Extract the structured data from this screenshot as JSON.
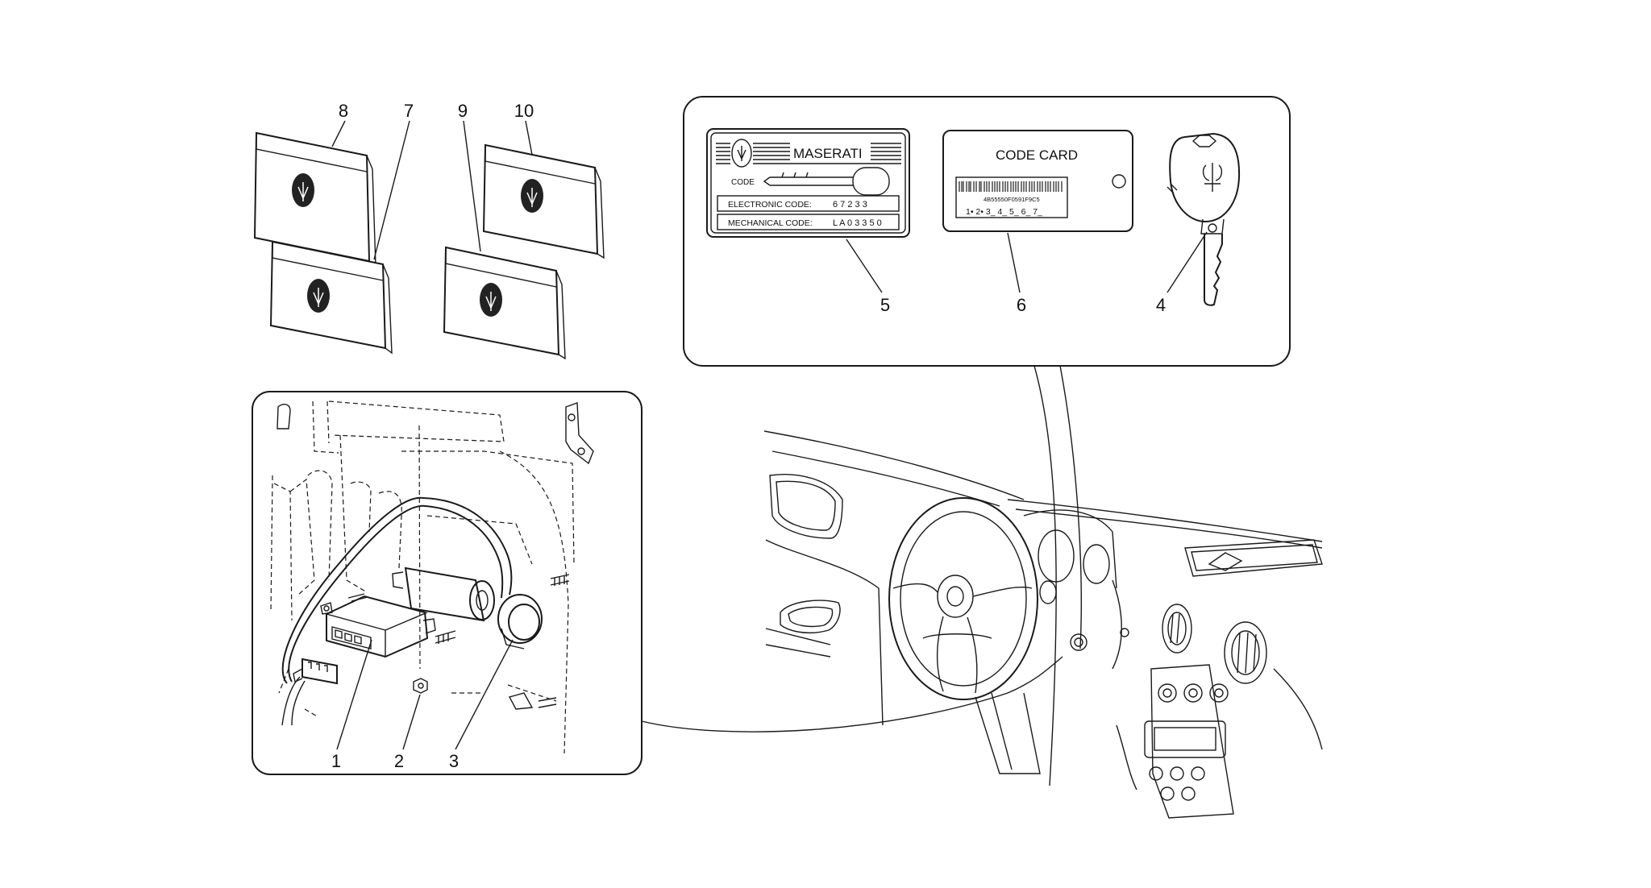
{
  "callouts": {
    "c1": "1",
    "c2": "2",
    "c3": "3",
    "c4": "4",
    "c5": "5",
    "c6": "6",
    "c7": "7",
    "c8": "8",
    "c9": "9",
    "c10": "10"
  },
  "code_label": {
    "brand": "MASERATI",
    "code_word": "CODE",
    "electronic_label": "ELECTRONIC CODE:",
    "electronic_value": "6 7 2 3 3",
    "mechanical_label": "MECHANICAL CODE:",
    "mechanical_value": "L A 0 3 3 5 0"
  },
  "code_card": {
    "title": "CODE CARD",
    "barcode_text": "4B55550F0591F9C5",
    "slots": "1• 2• 3_ 4_ 5_ 6_ 7_"
  },
  "colors": {
    "line": "#1a1a1a",
    "background": "#ffffff"
  }
}
